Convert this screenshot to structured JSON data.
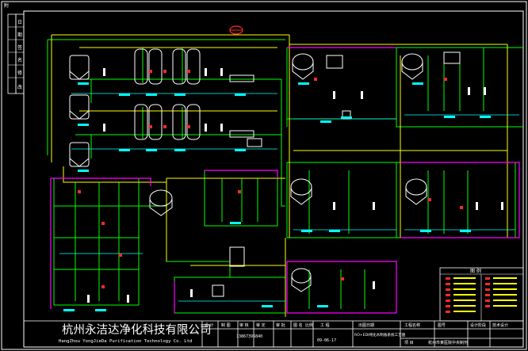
{
  "company": {
    "name_cn": "杭州永洁达净化科技有限公司",
    "name_en": "HangZhou YongJieDa Purification Technology Co. Ltd"
  },
  "title_block": {
    "headers": [
      "设 计",
      "制 图",
      "审 核",
      "审 定",
      "审 批",
      "图 名",
      "比例",
      "工 程",
      "出图日期"
    ],
    "phone": "13867396840",
    "date": "09-06-17",
    "drawing_name": "RO+EDI纯化水制备系统工艺图",
    "project_label": "项 目",
    "project_value": "杭州市某医院中央制剂",
    "right_labels": [
      "工程名称",
      "图号",
      "设计阶段",
      "技术设计"
    ]
  },
  "legend": {
    "title": "图 例"
  },
  "left_strip": {
    "top_label": "附",
    "cells": [
      "日",
      "期",
      "签",
      "名",
      "修",
      "改"
    ]
  },
  "colors": {
    "background": "#000000",
    "pipe_green": "#00ff00",
    "pipe_yellow": "#ffff00",
    "pipe_magenta": "#ff00ff",
    "pipe_cyan": "#00ffff",
    "equipment_white": "#ffffff",
    "frame_white": "#ffffff"
  }
}
